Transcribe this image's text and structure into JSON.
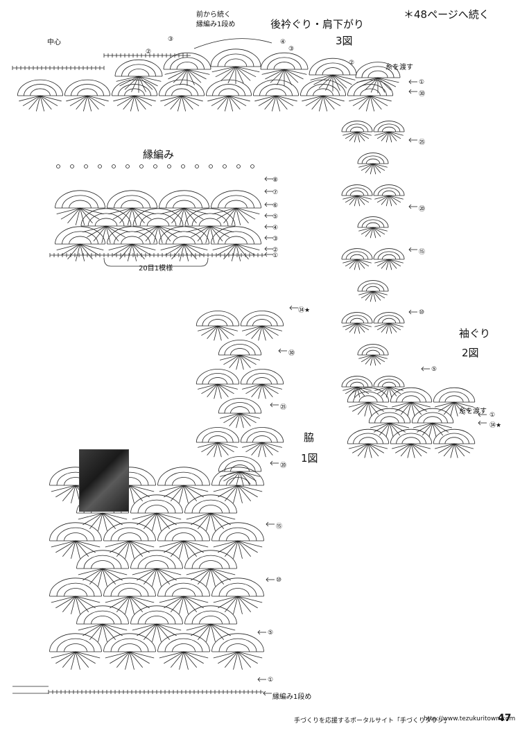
{
  "header": {
    "continue_note": "＊48ページへ続く",
    "title_back_neck": "後衿ぐり・肩下がり",
    "fig3": "3図",
    "from_front": "前から続く",
    "edge_row1": "縁編み1段め",
    "center": "中心",
    "yarn_pass_top": "糸を渡す"
  },
  "edging": {
    "title": "縁編み",
    "repeat_label": "20目1模様",
    "rows": [
      "⑧",
      "⑦",
      "⑥",
      "⑤",
      "④",
      "③",
      "②",
      "①"
    ]
  },
  "sleeve": {
    "title": "袖ぐり",
    "fig2": "2図",
    "yarn_pass": "糸を渡す",
    "rows": [
      "①",
      "㉚",
      "㉕",
      "⑳",
      "⑮",
      "⑩",
      "⑤",
      "①",
      "㉞★"
    ]
  },
  "side": {
    "title": "脇",
    "fig1": "1図",
    "rows": [
      "㉞★",
      "㉚",
      "㉕",
      "⑳",
      "⑮",
      "⑩",
      "⑤",
      "①"
    ],
    "edge_row1": "縁編み1段め"
  },
  "top_rows": [
    "③",
    "②",
    "④",
    "③",
    "②",
    "①",
    "㉚"
  ],
  "footer": {
    "portal": "手づくりを応援するポータルサイト「手づくりタウン」",
    "url": "http://www.tezukuritown.com",
    "page": "47"
  }
}
